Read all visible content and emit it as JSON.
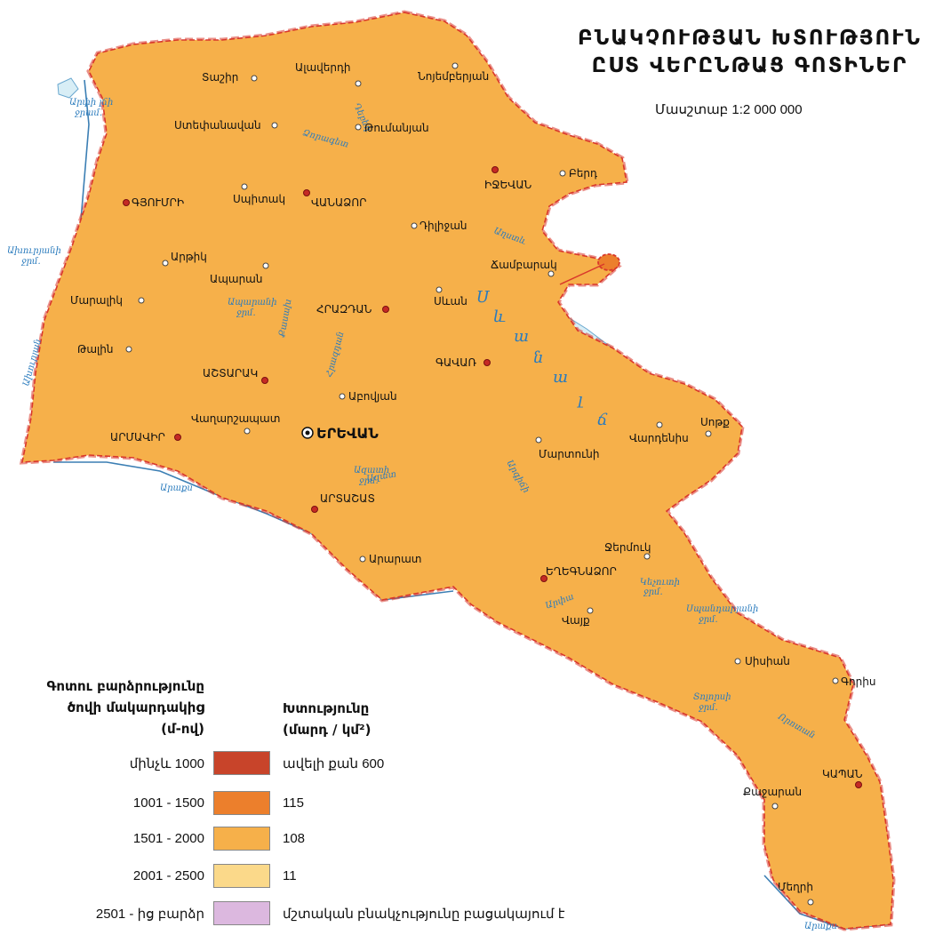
{
  "title": {
    "line1": "ԲՆԱԿՉՈՒԹՅԱՆ ԽՏՈՒԹՅՈՒՆ",
    "line2": "ԸՍՏ ՎԵՐԸՆԹԱՑ ԳՈՏԻՆԵՐ"
  },
  "scale": "Մասշտաբ 1:2 000 000",
  "colors": {
    "band1": "#c8442a",
    "band2": "#ec7f2c",
    "band3": "#f6b04a",
    "band4": "#fbd98a",
    "band5": "#dcb8df",
    "lake": "#d8eef6",
    "border": "#d9382b",
    "river": "#3c7fb4"
  },
  "cities": {
    "yerevan": "ԵՐԵՎԱՆ",
    "gyumri": "ԳՅՈՒՄՐԻ",
    "vanadzor": "ՎԱՆԱՁՈՐ",
    "ijevan": "ԻՋԵՎԱՆ",
    "hrazdan": "ՀՐԱԶԴԱՆ",
    "gavar": "ԳԱՎԱՌ",
    "ashtarak": "ԱՇՏԱՐԱԿ",
    "armavir": "ԱՐՄԱՎԻՐ",
    "artashat": "ԱՐՏԱՇԱՏ",
    "yeghegnadzor": "ԵՂԵԳՆԱՁՈՐ",
    "kapan": "ԿԱՊԱՆ",
    "tashir": "Տաշիր",
    "alaverdi": "Ալավերդի",
    "noyemberyan": "Նոյեմբերյան",
    "stepanavan": "Ստեփանավան",
    "tumanyan": "Թումանյան",
    "berd": "Բերդ",
    "spitak": "Սպիտակ",
    "dilijan": "Դիլիջան",
    "chambarak": "Ճամբարակ",
    "artik": "Արթիկ",
    "aparan": "Ապարան",
    "maralik": "Մարալիկ",
    "sevan": "Սևան",
    "talin": "Թալին",
    "abovyan": "Աբովյան",
    "vagharshapat": "Վաղարշապատ",
    "sotk": "Սոթք",
    "vardenis": "Վարդենիս",
    "martuni": "Մարտունի",
    "ararat": "Արարատ",
    "jermuk": "Ջերմուկ",
    "vayk": "Վայք",
    "sisian": "Սիսիան",
    "goris": "Գորիս",
    "kajaran": "Քաջարան",
    "meghri": "Մեղրի"
  },
  "water": {
    "sevan_lake": [
      "Ս",
      "և",
      "ա",
      "ն",
      "ա",
      " ",
      "լ",
      "ճ"
    ],
    "arpi_lake": [
      "Արփի լճի",
      "ջրամ."
    ],
    "akhuryan_res": [
      "Ախուրյանի",
      "ջրմ."
    ],
    "aparan_res": [
      "Ապարանի",
      "ջրմ."
    ],
    "kechut_res": [
      "Կեչուտի",
      "ջրմ."
    ],
    "spandaryan_res": [
      "Սպանդարյանի",
      "ջրմ."
    ],
    "tolors_res": [
      "Տոլորսի",
      "ջրմ."
    ],
    "azat_res": [
      "Ազատի",
      "ջրմ."
    ],
    "aras1": "Արաքս",
    "aras2": "Արաքս",
    "akhuryan_river": "Ախուրյան",
    "debed": "Դեբեդ",
    "dzoraget": "Ձորագետ",
    "aghstev": "Աղստև",
    "hrazdan_river": "Հրազդան",
    "kasakh": "Քասախ",
    "azat_river": "Ազատ",
    "arpa": "Արփա",
    "vorotan": "Որոտան",
    "argichi": "Արգիճի"
  },
  "legend": {
    "elev_header": [
      "Գոտու բարձրությունը",
      "ծովի մակարդակից",
      "(մ-ով)"
    ],
    "dens_header": [
      "Խտությունը",
      "(մարդ / կմ²)"
    ],
    "rows": [
      {
        "elev": "մինչև 1000",
        "dens": "ավելի քան 600"
      },
      {
        "elev": "1001 - 1500",
        "dens": "115"
      },
      {
        "elev": "1501 - 2000",
        "dens": "108"
      },
      {
        "elev": "2001 - 2500",
        "dens": "11"
      },
      {
        "elev": "2501 - ից բարձր",
        "dens": "մշտական բնակչությունը բացակայում է"
      }
    ]
  }
}
